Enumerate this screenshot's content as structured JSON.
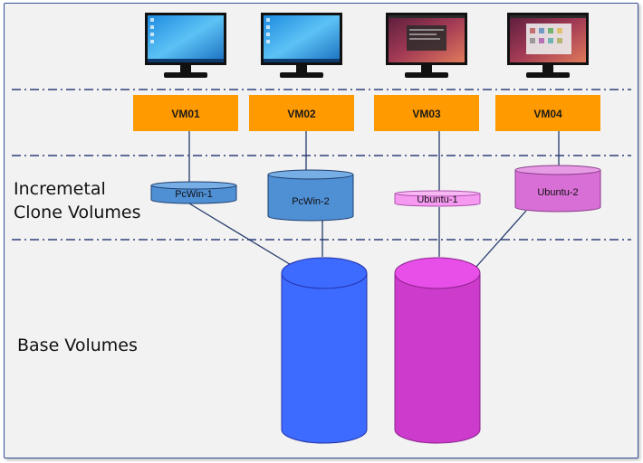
{
  "vms": [
    {
      "label": "VM01",
      "screen": "windows"
    },
    {
      "label": "VM02",
      "screen": "windows"
    },
    {
      "label": "VM03",
      "screen": "ubuntu"
    },
    {
      "label": "VM04",
      "screen": "ubuntu"
    }
  ],
  "clone_volumes": [
    {
      "label": "PcWin-1",
      "color": "#4f8fd4"
    },
    {
      "label": "PcWin-2",
      "color": "#4f8fd4"
    },
    {
      "label": "Ubuntu-1",
      "color": "#f59af0"
    },
    {
      "label": "Ubuntu-2",
      "color": "#d86fd6"
    }
  ],
  "base_volumes": [
    {
      "color": "#3d6bff"
    },
    {
      "color": "#cc3bcc"
    }
  ],
  "sections": {
    "incremental_line1": "Incremetal",
    "incremental_line2": "Clone Volumes",
    "base": "Base Volumes"
  },
  "colors": {
    "vm_box": "#ff9a00",
    "dash_line": "#2f3f7a",
    "connector": "#233a6b",
    "frame_border": "#3a4f9a"
  }
}
